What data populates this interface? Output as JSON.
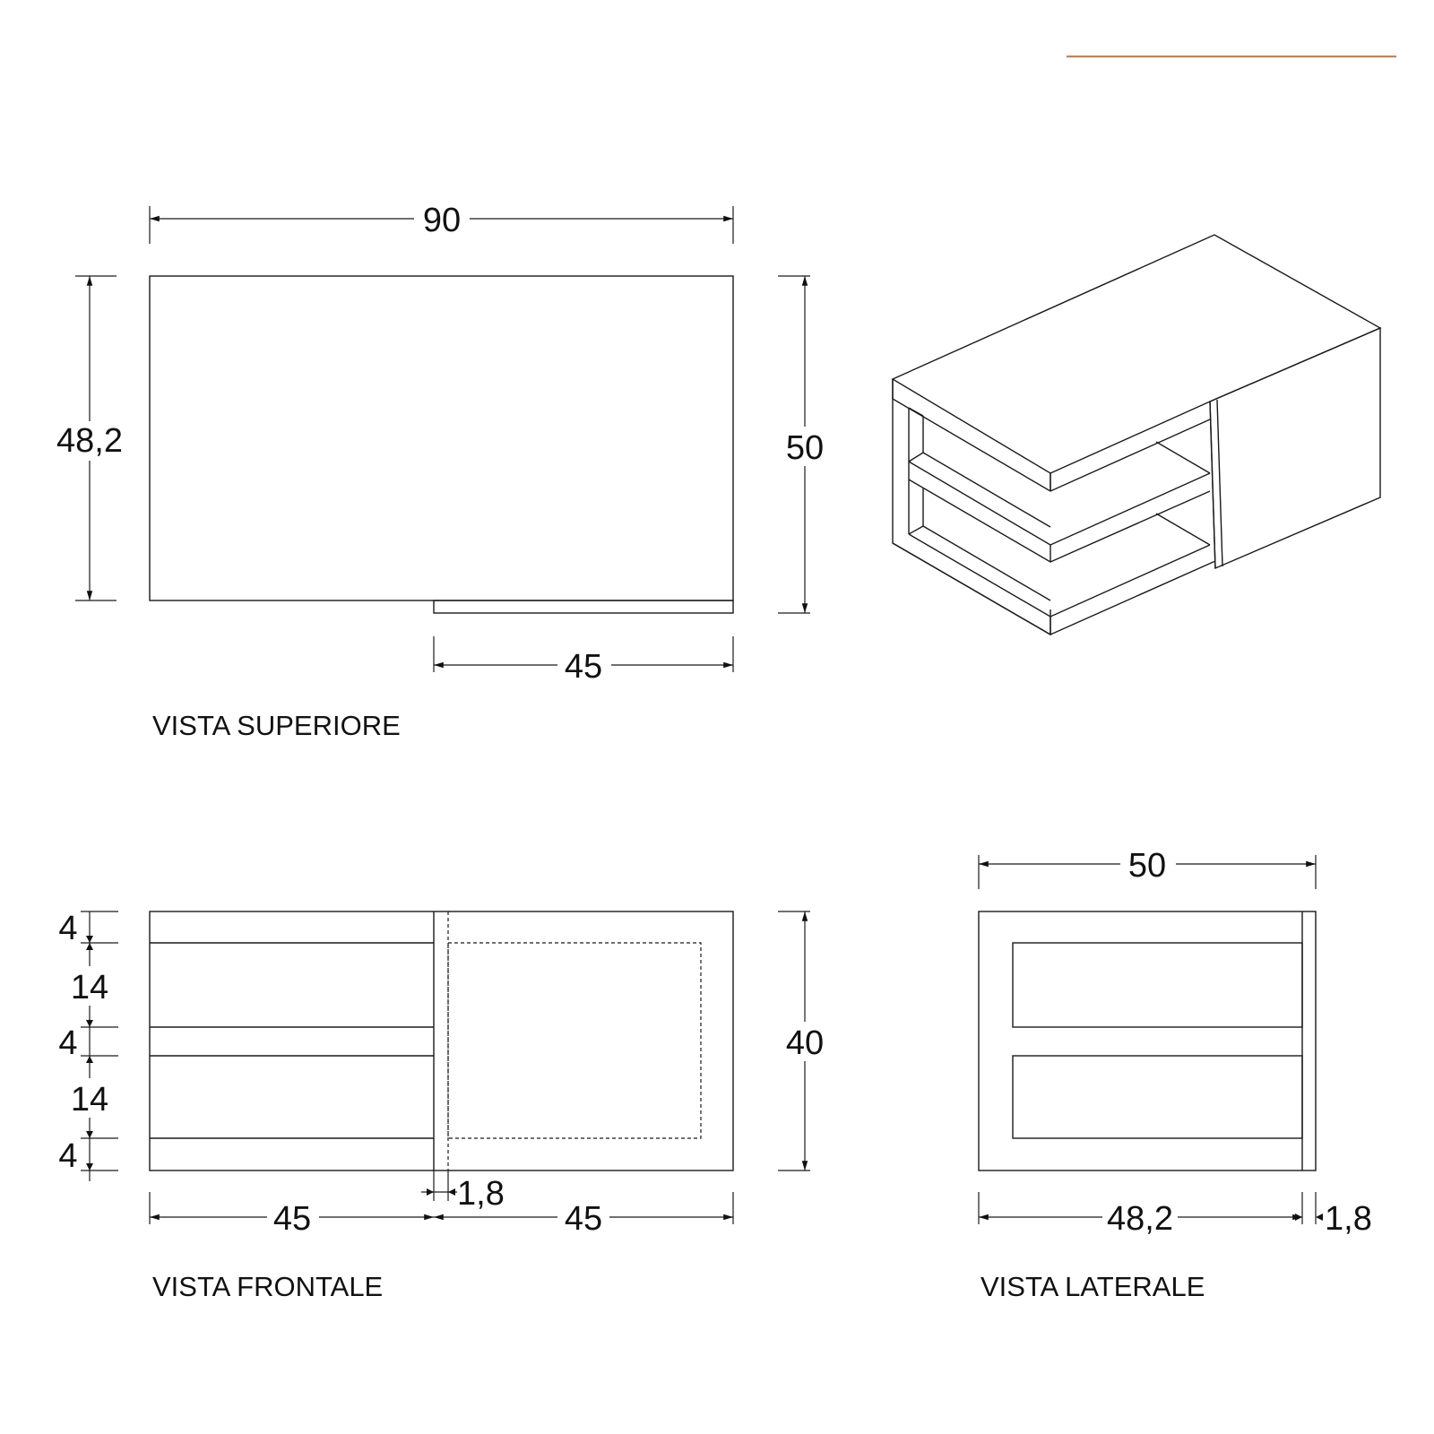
{
  "accent_color": "#c0855a",
  "views": {
    "top": {
      "caption": "VISTA SUPERIORE",
      "dim_width": "90",
      "dim_depth_left": "48,2",
      "dim_depth_right": "50",
      "dim_bottom": "45"
    },
    "front": {
      "caption": "VISTA FRONTALE",
      "dim_shelf_1": "4",
      "dim_gap_1": "14",
      "dim_shelf_2": "4",
      "dim_gap_2": "14",
      "dim_shelf_3": "4",
      "dim_height": "40",
      "dim_panel": "1,8",
      "dim_left": "45",
      "dim_right": "45"
    },
    "side": {
      "caption": "VISTA LATERALE",
      "dim_top": "50",
      "dim_bottom": "48,2",
      "dim_panel": "1,8"
    }
  }
}
